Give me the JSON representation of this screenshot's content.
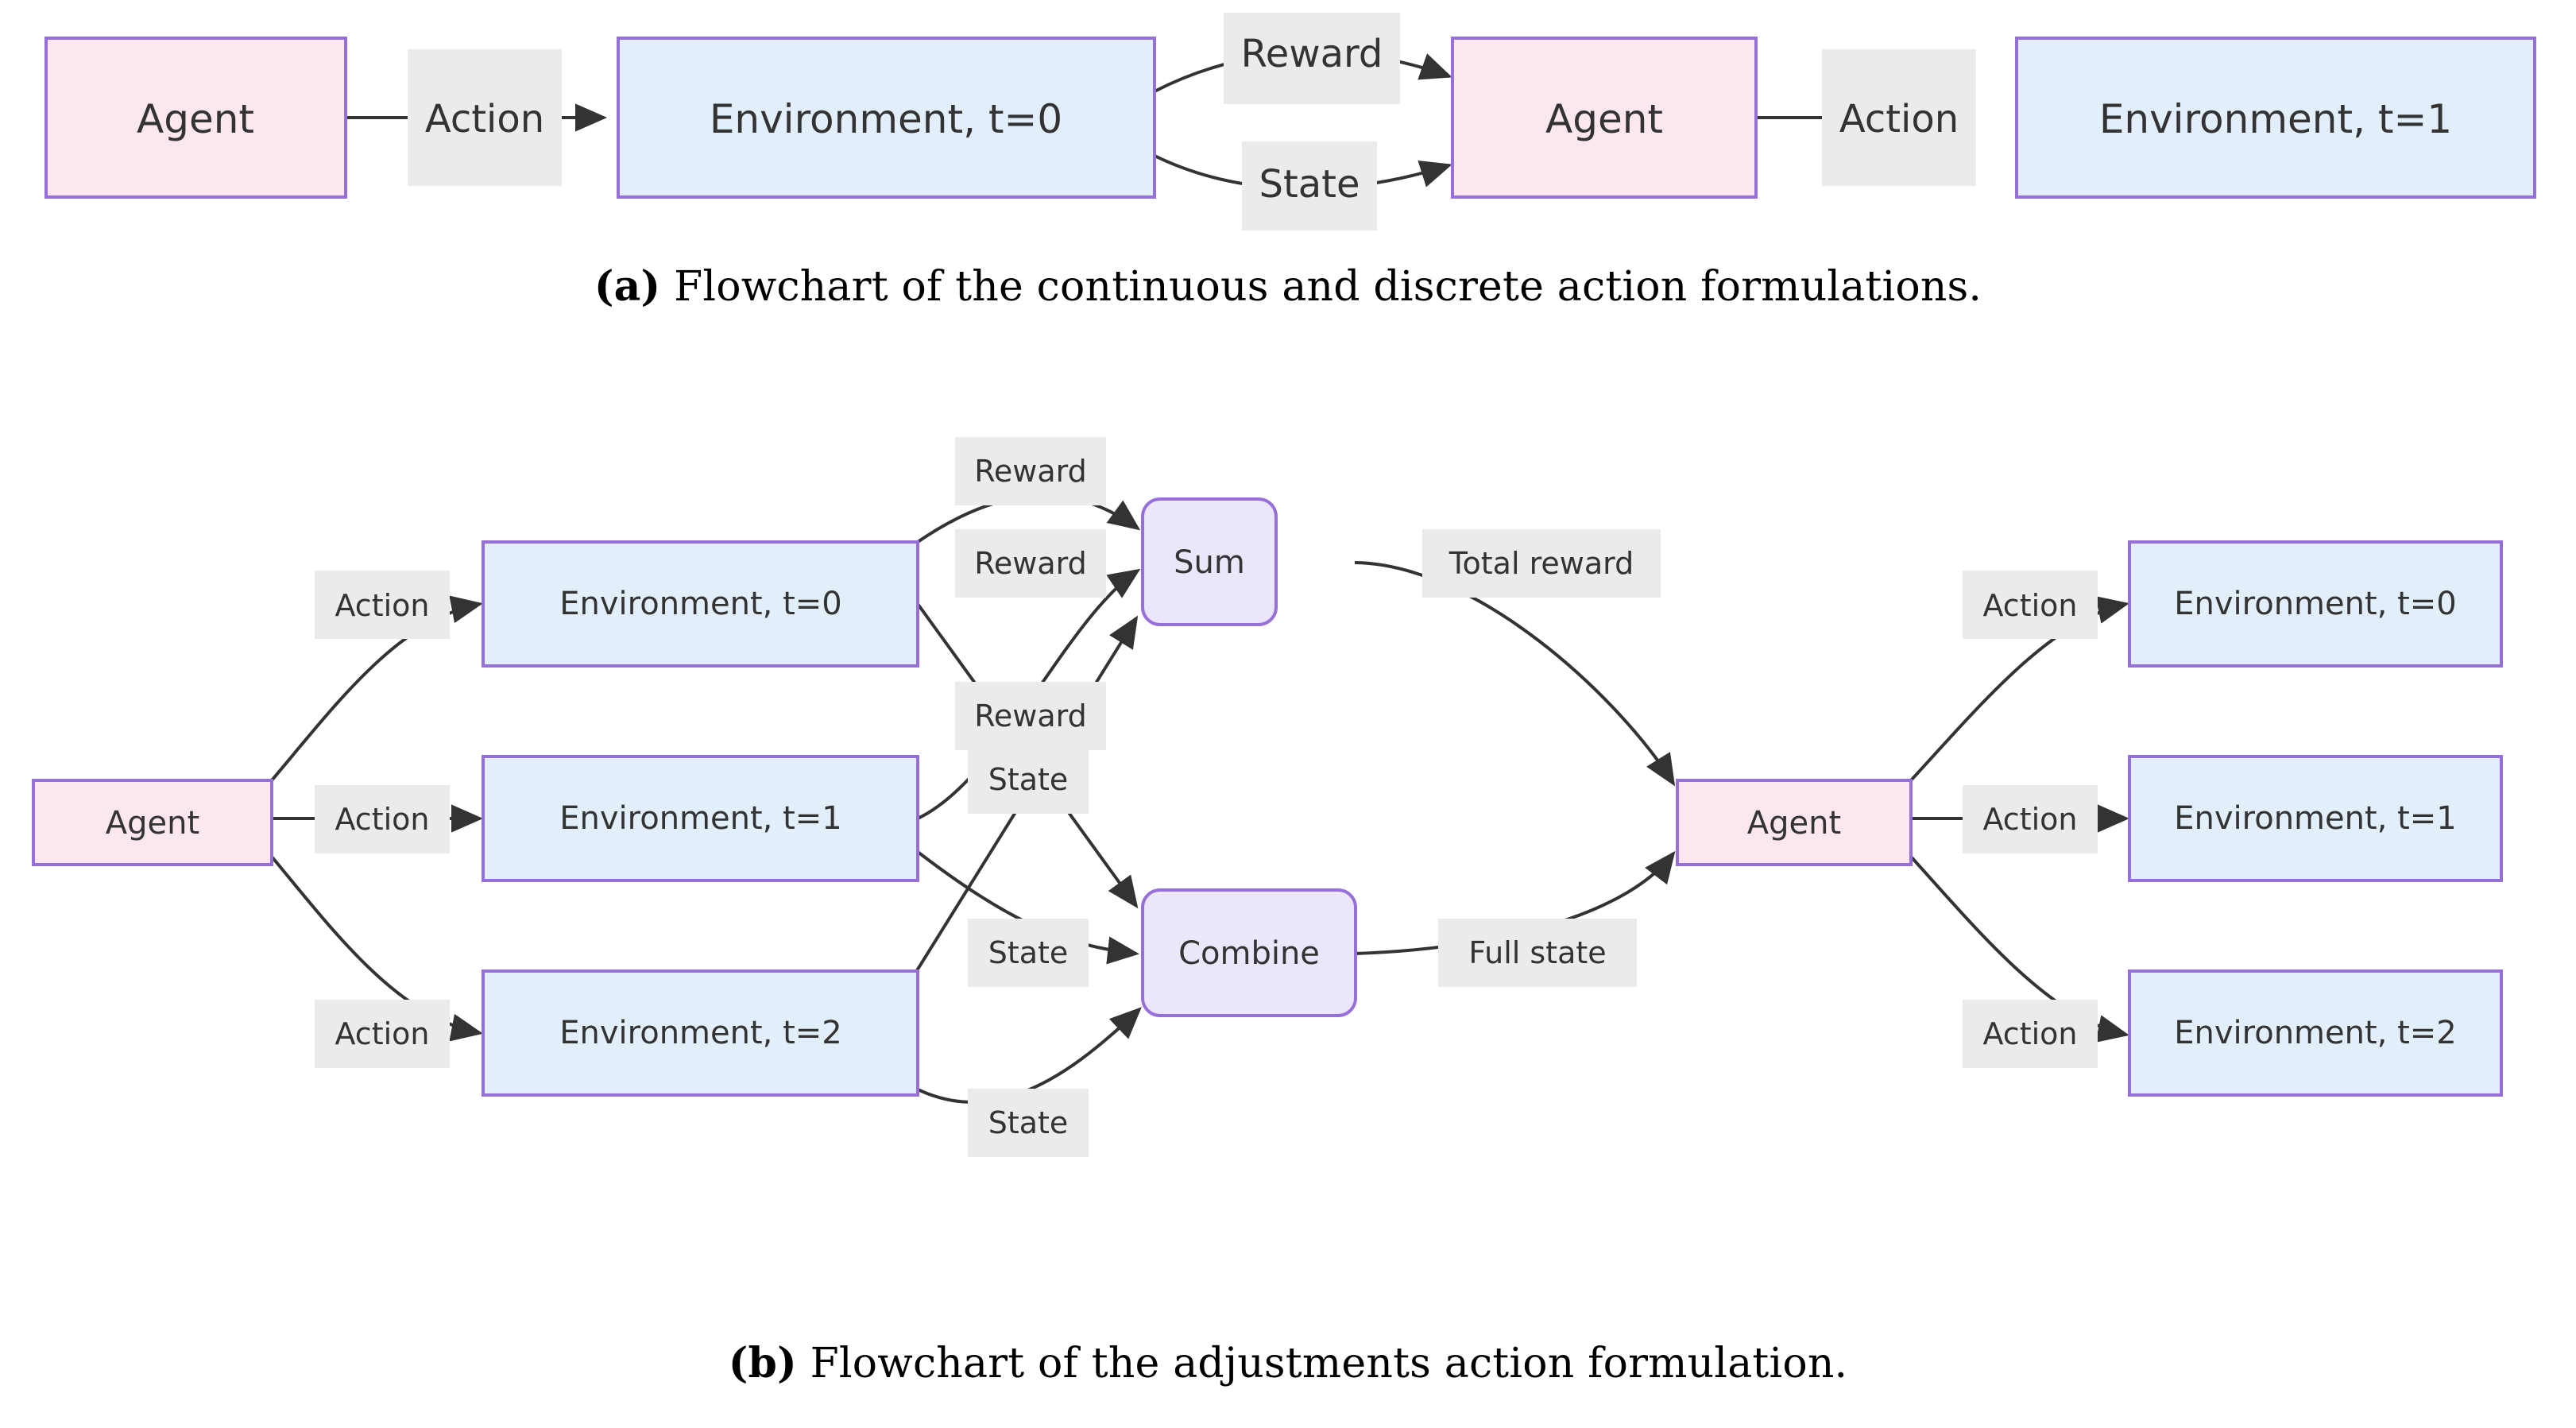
{
  "figure": {
    "panels": [
      {
        "id": "a",
        "caption_tag": "(a)",
        "caption_text": " Flowchart of the continuous and discrete action formulations.",
        "nodes": [
          {
            "id": "a-agent-0",
            "label": "Agent",
            "kind": "agent"
          },
          {
            "id": "a-env-0",
            "label": "Environment, t=0",
            "kind": "environment"
          },
          {
            "id": "a-agent-1",
            "label": "Agent",
            "kind": "agent"
          },
          {
            "id": "a-env-1",
            "label": "Environment, t=1",
            "kind": "environment"
          }
        ],
        "edges": [
          {
            "from": "a-agent-0",
            "to": "a-env-0",
            "label": "Action"
          },
          {
            "from": "a-env-0",
            "to": "a-agent-1",
            "label": "Reward"
          },
          {
            "from": "a-env-0",
            "to": "a-agent-1",
            "label": "State"
          },
          {
            "from": "a-agent-1",
            "to": "a-env-1",
            "label": "Action"
          }
        ]
      },
      {
        "id": "b",
        "caption_tag": "(b)",
        "caption_text": " Flowchart of the adjustments action formulation.",
        "nodes": [
          {
            "id": "b-agent-left",
            "label": "Agent",
            "kind": "agent"
          },
          {
            "id": "b-env-l0",
            "label": "Environment, t=0",
            "kind": "environment"
          },
          {
            "id": "b-env-l1",
            "label": "Environment, t=1",
            "kind": "environment"
          },
          {
            "id": "b-env-l2",
            "label": "Environment, t=2",
            "kind": "environment"
          },
          {
            "id": "b-sum",
            "label": "Sum",
            "kind": "operator"
          },
          {
            "id": "b-combine",
            "label": "Combine",
            "kind": "operator"
          },
          {
            "id": "b-agent-right",
            "label": "Agent",
            "kind": "agent"
          },
          {
            "id": "b-env-r0",
            "label": "Environment, t=0",
            "kind": "environment"
          },
          {
            "id": "b-env-r1",
            "label": "Environment, t=1",
            "kind": "environment"
          },
          {
            "id": "b-env-r2",
            "label": "Environment, t=2",
            "kind": "environment"
          }
        ],
        "edges": [
          {
            "from": "b-agent-left",
            "to": "b-env-l0",
            "label": "Action"
          },
          {
            "from": "b-agent-left",
            "to": "b-env-l1",
            "label": "Action"
          },
          {
            "from": "b-agent-left",
            "to": "b-env-l2",
            "label": "Action"
          },
          {
            "from": "b-env-l0",
            "to": "b-sum",
            "label": "Reward"
          },
          {
            "from": "b-env-l1",
            "to": "b-sum",
            "label": "Reward"
          },
          {
            "from": "b-env-l2",
            "to": "b-sum",
            "label": "Reward"
          },
          {
            "from": "b-env-l0",
            "to": "b-combine",
            "label": "State"
          },
          {
            "from": "b-env-l1",
            "to": "b-combine",
            "label": "State"
          },
          {
            "from": "b-env-l2",
            "to": "b-combine",
            "label": "State"
          },
          {
            "from": "b-sum",
            "to": "b-agent-right",
            "label": "Total reward"
          },
          {
            "from": "b-combine",
            "to": "b-agent-right",
            "label": "Full state"
          },
          {
            "from": "b-agent-right",
            "to": "b-env-r0",
            "label": "Action"
          },
          {
            "from": "b-agent-right",
            "to": "b-env-r1",
            "label": "Action"
          },
          {
            "from": "b-agent-right",
            "to": "b-env-r2",
            "label": "Action"
          }
        ]
      }
    ]
  },
  "labels": {
    "agent": "Agent",
    "env_t0": "Environment, t=0",
    "env_t1": "Environment, t=1",
    "env_t2": "Environment, t=2",
    "sum": "Sum",
    "combine": "Combine",
    "action": "Action",
    "reward": "Reward",
    "state": "State",
    "total_reward": "Total reward",
    "full_state": "Full state"
  },
  "captions": {
    "a_tag": "(a)",
    "a_text": " Flowchart of the continuous and discrete action formulations.",
    "b_tag": "(b)",
    "b_text": " Flowchart of the adjustments action formulation."
  },
  "colors": {
    "agent_fill": "#fce7ef",
    "environment_fill": "#e2effb",
    "operator_fill": "#ebe6fb",
    "node_border": "#9670d8",
    "edge_stroke": "#333333",
    "edge_label_bg": "#ebebeb",
    "text": "#333333",
    "background": "#ffffff"
  }
}
